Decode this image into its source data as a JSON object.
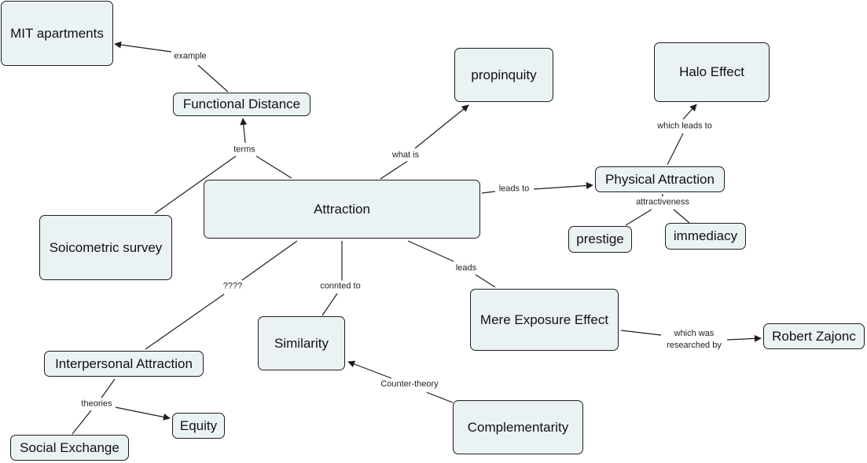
{
  "diagram": {
    "type": "concept-map",
    "colors": {
      "node_fill": "#ebf2f4",
      "node_border": "#1e1e1e",
      "line": "#1e1e1e",
      "background": "#ffffff"
    },
    "nodes": [
      {
        "id": "mit",
        "label": "MIT apartments"
      },
      {
        "id": "functional",
        "label": "Functional Distance"
      },
      {
        "id": "propinquity",
        "label": "propinquity"
      },
      {
        "id": "halo",
        "label": "Halo Effect"
      },
      {
        "id": "physical",
        "label": "Physical Attraction"
      },
      {
        "id": "prestige",
        "label": "prestige"
      },
      {
        "id": "immediacy",
        "label": "immediacy"
      },
      {
        "id": "attraction",
        "label": "Attraction"
      },
      {
        "id": "soicometric",
        "label": "Soicometric survey"
      },
      {
        "id": "mere",
        "label": "Mere Exposure Effect"
      },
      {
        "id": "zajonc",
        "label": "Robert Zajonc"
      },
      {
        "id": "similarity",
        "label": "Similarity"
      },
      {
        "id": "interpersonal",
        "label": "Interpersonal Attraction"
      },
      {
        "id": "equity",
        "label": "Equity"
      },
      {
        "id": "social",
        "label": "Social Exchange"
      },
      {
        "id": "complementarity",
        "label": "Complementarity"
      }
    ],
    "links": [
      {
        "id": "example",
        "label": "example",
        "from": [
          "functional"
        ],
        "to": [
          "mit"
        ]
      },
      {
        "id": "terms",
        "label": "terms",
        "from": [
          "attraction",
          "soicometric"
        ],
        "to": [
          "functional"
        ]
      },
      {
        "id": "what-is",
        "label": "what is",
        "from": [
          "attraction"
        ],
        "to": [
          "propinquity"
        ]
      },
      {
        "id": "leads-to",
        "label": "leads to",
        "from": [
          "attraction"
        ],
        "to": [
          "physical"
        ]
      },
      {
        "id": "which-leads-to",
        "label": "which leads to",
        "from": [
          "physical"
        ],
        "to": [
          "halo"
        ]
      },
      {
        "id": "attractiveness",
        "label": "attractiveness",
        "from": [
          "physical"
        ],
        "to": [
          "prestige",
          "immediacy"
        ]
      },
      {
        "id": "leads",
        "label": "leads",
        "from": [
          "attraction"
        ],
        "to": [
          "mere"
        ]
      },
      {
        "id": "researched",
        "label": "which was\nresearched by",
        "from": [
          "mere"
        ],
        "to": [
          "zajonc"
        ]
      },
      {
        "id": "connted-to",
        "label": "connted to",
        "from": [
          "attraction"
        ],
        "to": [
          "similarity"
        ]
      },
      {
        "id": "unknown",
        "label": "????",
        "from": [
          "attraction"
        ],
        "to": [
          "interpersonal"
        ]
      },
      {
        "id": "theories",
        "label": "theories",
        "from": [
          "interpersonal"
        ],
        "to": [
          "equity",
          "social"
        ]
      },
      {
        "id": "counter-theory",
        "label": "Counter-theory",
        "from": [
          "complementarity"
        ],
        "to": [
          "similarity"
        ]
      }
    ]
  }
}
